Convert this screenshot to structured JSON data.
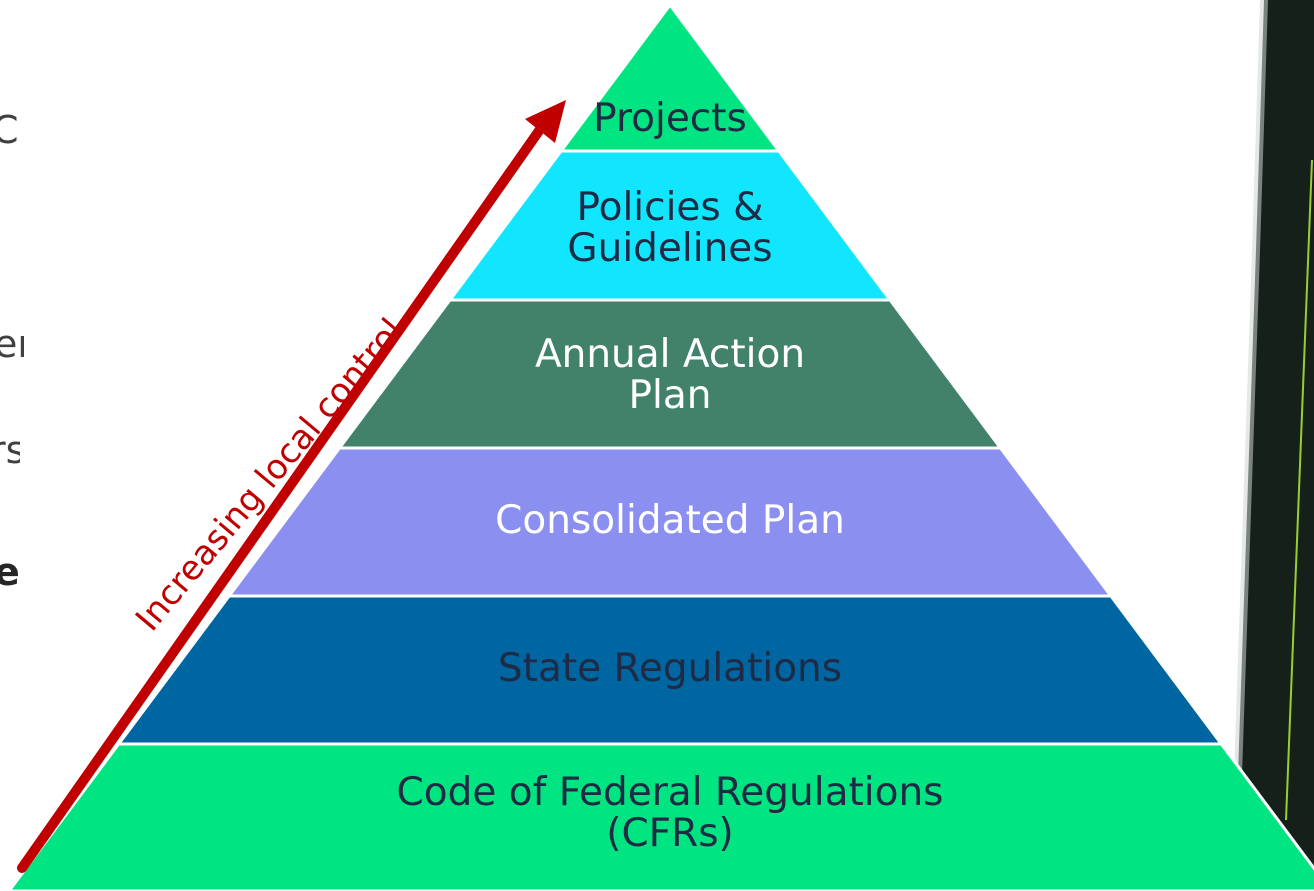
{
  "slide_fragments": [
    "C",
    "er",
    "rs",
    "e"
  ],
  "diagram": {
    "tiers": [
      {
        "label": "Projects",
        "color": "#00e581",
        "text_color": "#1f2a44"
      },
      {
        "label": "Policies &\nGuidelines",
        "color": "#12e6ff",
        "text_color": "#1f2a44"
      },
      {
        "label": "Annual Action\nPlan",
        "color": "#43826a",
        "text_color": "#ffffff"
      },
      {
        "label": "Consolidated Plan",
        "color": "#8b8ff0",
        "text_color": "#ffffff"
      },
      {
        "label": "State Regulations",
        "color": "#0066a1",
        "text_color": "#1f2a44"
      },
      {
        "label": "Code of Federal Regulations\n(CFRs)",
        "color": "#00e581",
        "text_color": "#1f2a44"
      }
    ],
    "arrow": {
      "label": "Increasing local control",
      "color": "#c00000"
    }
  },
  "colors": {
    "book_dark": "#16201b",
    "book_line": "#9acd32"
  }
}
